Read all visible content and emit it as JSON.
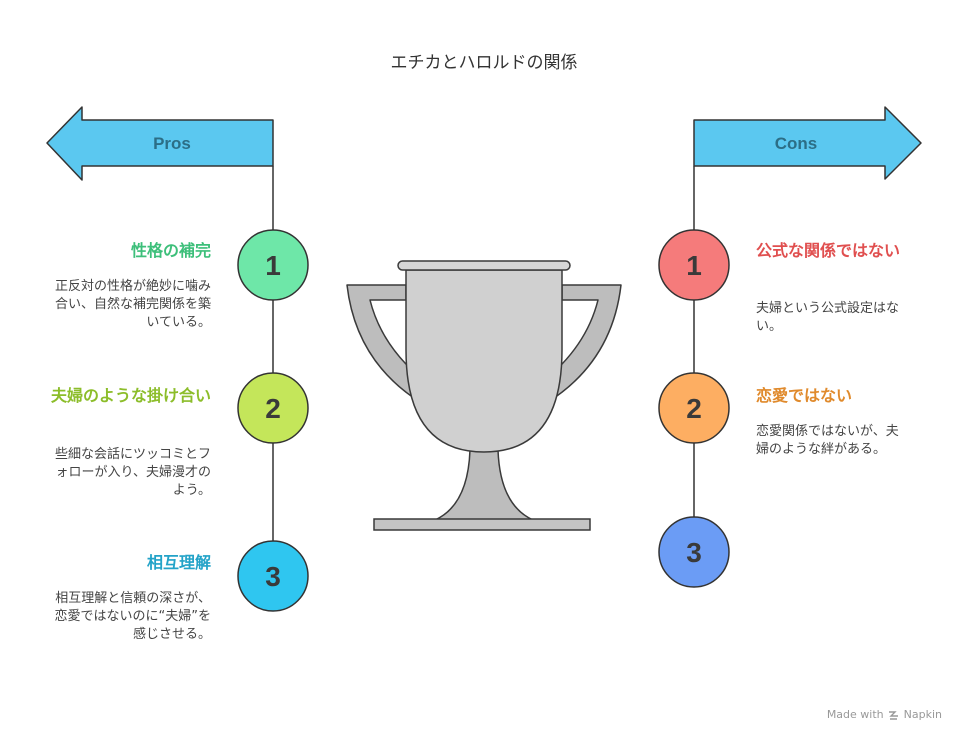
{
  "title": "エチカとハロルドの関係",
  "pros": {
    "header": "Pros",
    "items": [
      {
        "num": "1",
        "title": "性格の補完",
        "desc": "正反対の性格が絶妙に噛み合い、自然な補完関係を築いている。",
        "color": "#3dbf7a",
        "fill": "#6ee7a8"
      },
      {
        "num": "2",
        "title": "夫婦のような掛け合い",
        "desc": "些細な会話にツッコミとフォローが入り、夫婦漫才のよう。",
        "color": "#8cbd2a",
        "fill": "#c4e65a"
      },
      {
        "num": "3",
        "title": "相互理解",
        "desc": "相互理解と信頼の深さが、恋愛ではないのに“夫婦”を感じさせる。",
        "color": "#23a3c8",
        "fill": "#2fc6f0"
      }
    ]
  },
  "cons": {
    "header": "Cons",
    "items": [
      {
        "num": "1",
        "title": "公式な関係ではない",
        "desc": "夫婦という公式設定はない。",
        "color": "#e04f4f",
        "fill": "#f57b7b"
      },
      {
        "num": "2",
        "title": "恋愛ではない",
        "desc": "恋愛関係ではないが、夫婦のような絆がある。",
        "color": "#e08a2c",
        "fill": "#fdae62"
      },
      {
        "num": "3",
        "title": "",
        "desc": "",
        "color": "#3a6fd0",
        "fill": "#6b9cf5"
      }
    ]
  },
  "footer": {
    "text": "Made with",
    "brand": "Napkin"
  },
  "colors": {
    "arrow_fill": "#5bc8f0",
    "arrow_stroke": "#333333",
    "trophy": "#d0d0d0",
    "trophy_stroke": "#3a3a3a"
  }
}
